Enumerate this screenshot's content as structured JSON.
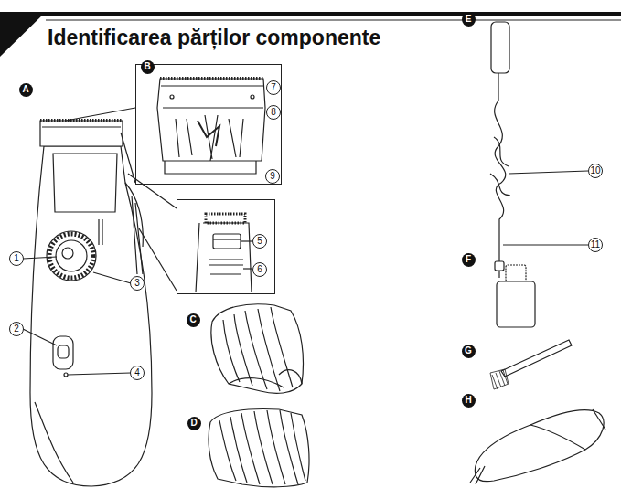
{
  "diagram": {
    "title": "Identificarea părților componente",
    "nodes": [
      {
        "text": [
          "B",
          "7",
          "8",
          "9"
        ]
      },
      {
        "text": [
          "5",
          "6"
        ]
      }
    ],
    "labels": [
      "A",
      "1",
      "2",
      "3",
      "4",
      "C",
      "D",
      "E",
      "10",
      "11",
      "F",
      "G",
      "H"
    ]
  }
}
